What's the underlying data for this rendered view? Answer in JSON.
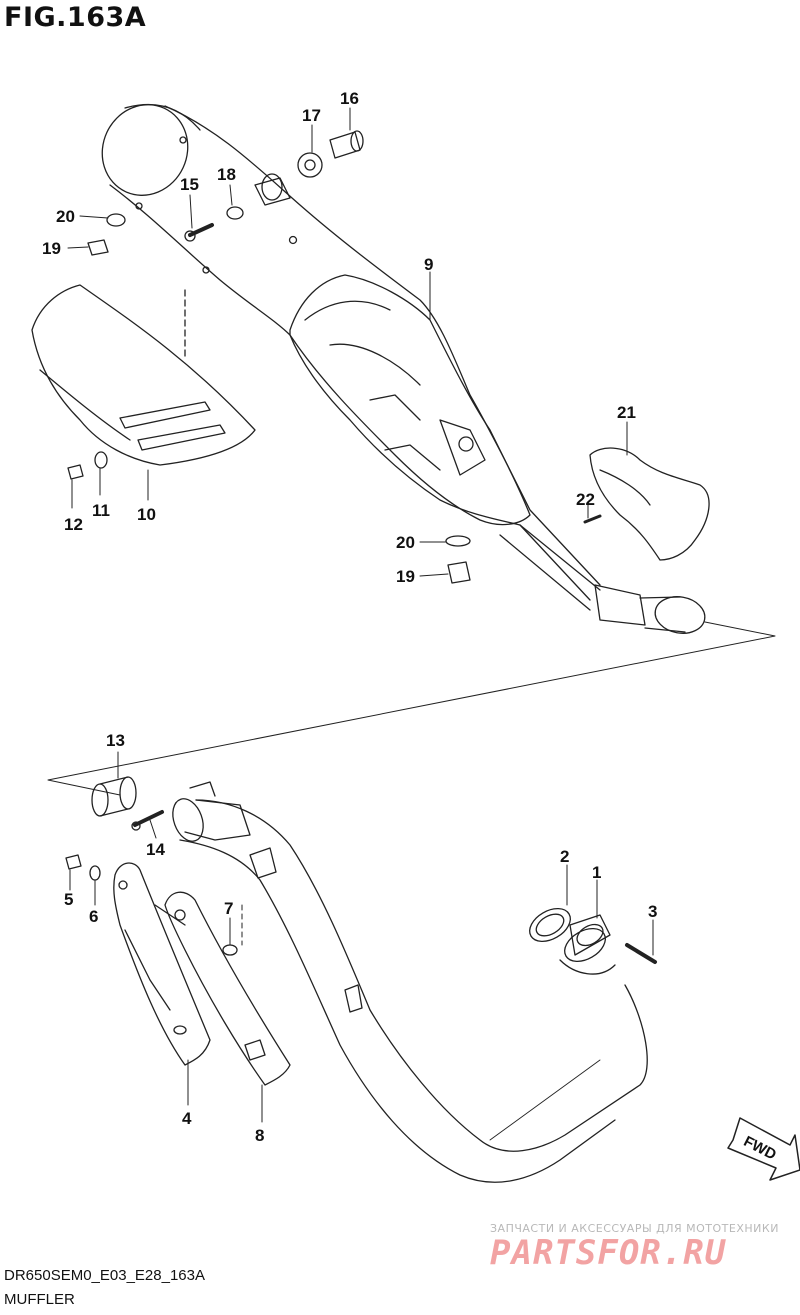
{
  "figure": {
    "title": "FIG.163A"
  },
  "footer": {
    "code": "DR650SEM0_E03_E28_163A",
    "name": "MUFFLER"
  },
  "watermark": {
    "line1": "ЗАПЧАСТИ И АКСЕССУАРЫ ДЛЯ МОТОТЕХНИКИ",
    "line2": "PARTSFOR.RU"
  },
  "direction": {
    "label": "FWD"
  },
  "callouts": [
    {
      "id": "c1",
      "text": "1"
    },
    {
      "id": "c2",
      "text": "2"
    },
    {
      "id": "c3",
      "text": "3"
    },
    {
      "id": "c4",
      "text": "4"
    },
    {
      "id": "c5",
      "text": "5"
    },
    {
      "id": "c6",
      "text": "6"
    },
    {
      "id": "c7",
      "text": "7"
    },
    {
      "id": "c8",
      "text": "8"
    },
    {
      "id": "c9",
      "text": "9"
    },
    {
      "id": "c10",
      "text": "10"
    },
    {
      "id": "c11",
      "text": "11"
    },
    {
      "id": "c12",
      "text": "12"
    },
    {
      "id": "c13",
      "text": "13"
    },
    {
      "id": "c14",
      "text": "14"
    },
    {
      "id": "c15",
      "text": "15"
    },
    {
      "id": "c16",
      "text": "16"
    },
    {
      "id": "c17",
      "text": "17"
    },
    {
      "id": "c18",
      "text": "18"
    },
    {
      "id": "c19a",
      "text": "19"
    },
    {
      "id": "c19b",
      "text": "19"
    },
    {
      "id": "c20a",
      "text": "20"
    },
    {
      "id": "c20b",
      "text": "20"
    },
    {
      "id": "c21",
      "text": "21"
    },
    {
      "id": "c22",
      "text": "22"
    }
  ]
}
